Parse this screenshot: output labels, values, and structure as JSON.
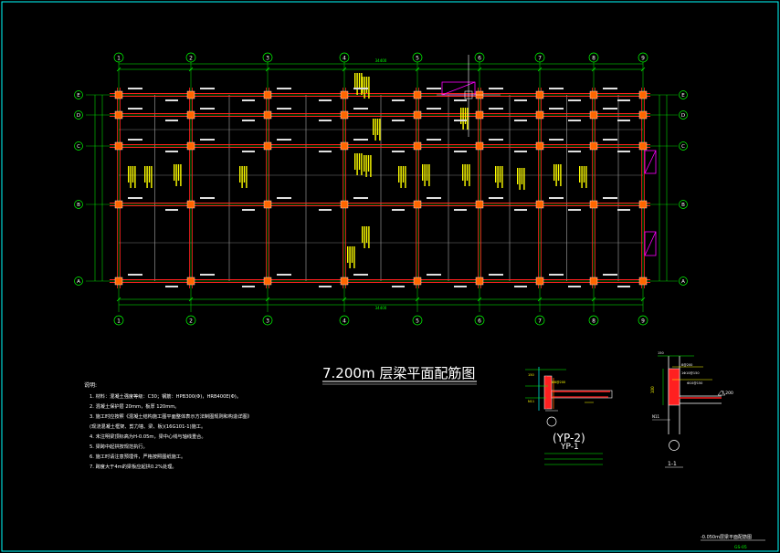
{
  "colors": {
    "background": "#000000",
    "border": "#00ffff",
    "grid": "#00c800",
    "beam": "#ff2020",
    "column": "#ff6600",
    "dim": "#00ff00",
    "label": "#ffff00",
    "white": "#ffffff",
    "magenta": "#ff00ff",
    "cyan": "#00ffff"
  },
  "axes_x": [
    "1",
    "2",
    "3",
    "4",
    "5",
    "6",
    "7",
    "8",
    "9"
  ],
  "axes_y": [
    "E",
    "D",
    "C",
    "B",
    "A"
  ],
  "top_total_dim": "34400",
  "bottom_total_dim": "34400",
  "drawing_title": "7.200m 层梁平面配筋图",
  "notes_heading": "说明:",
  "notes": [
    "1. 材料：混凝土强度等级：C30；钢筋：HPB300(Φ)，HRB400E(Φ)。",
    "2. 混凝土保护层 20mm，板厚 120mm。",
    "3. 施工时应按照《混凝土结构施工图平面整体表示方法制图规则和构造详图》",
    "   (现浇混凝土框架、剪力墙、梁、板)(16G101-1)施工。",
    "4. 未注明梁顶标高为H-0.05m，梁中心线与轴线重合。",
    "5. 梁跨中起拱按规范执行。",
    "6. 施工时请注意预埋件，严格按照图纸施工。",
    "7. 跨度大于4m的梁板应起拱0.2%处理。"
  ],
  "detail_yp_label": "(YP-2)",
  "detail_yp_sub": "YP-1",
  "detail_section_label": "1-1",
  "detail_elev": "7.200",
  "detail_dims": [
    "150",
    "100",
    "8@200",
    "1Φ10@150",
    "Φ10@150",
    "Φ8@200",
    "N11"
  ],
  "sheet_code": "-0.050m层梁平面配筋图",
  "sheet_no": "GS-05"
}
